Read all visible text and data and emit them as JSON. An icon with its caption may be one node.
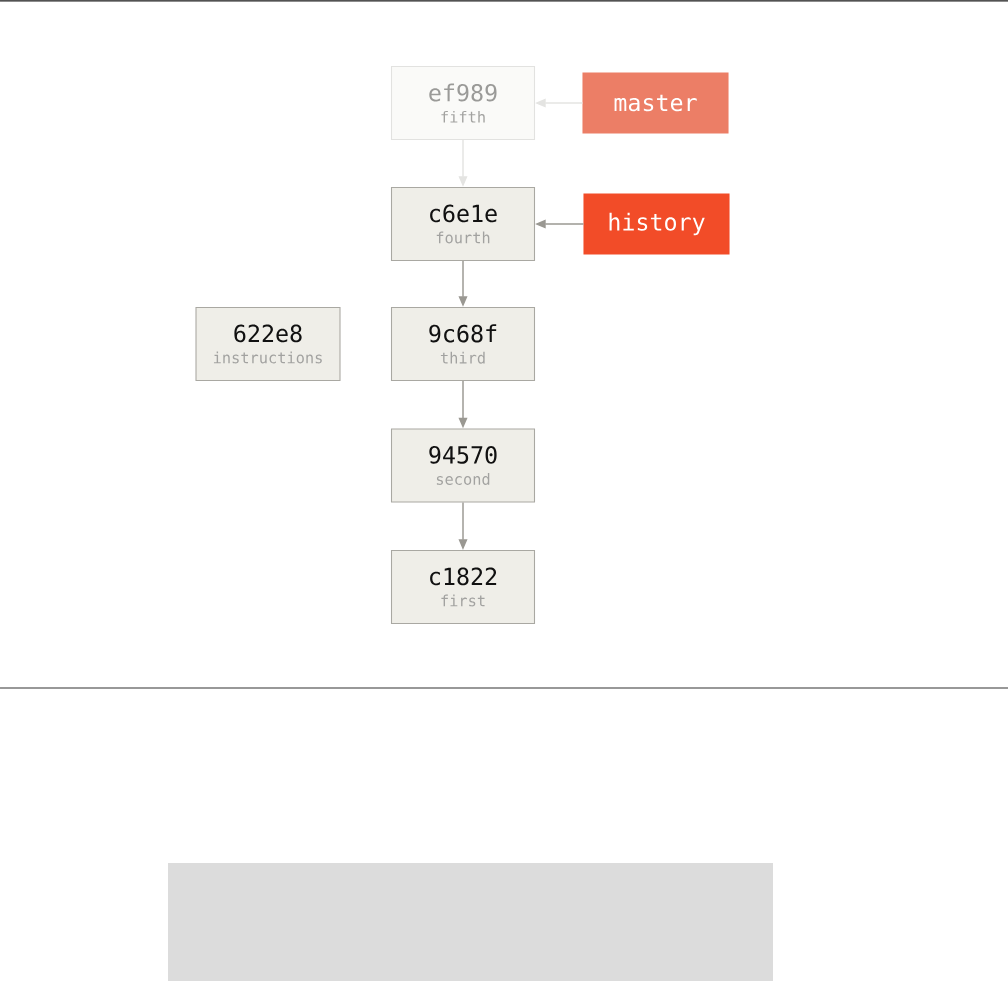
{
  "diagram": {
    "nodes": [
      {
        "text": [
          "ef989",
          "fifth"
        ]
      },
      {
        "text": [
          "master"
        ]
      },
      {
        "text": [
          "c6e1e",
          "fourth"
        ]
      },
      {
        "text": [
          "history"
        ]
      },
      {
        "text": [
          "622e8",
          "instructions"
        ]
      },
      {
        "text": [
          "9c68f",
          "third"
        ]
      },
      {
        "text": [
          "94570",
          "second"
        ]
      },
      {
        "text": [
          "c1822",
          "first"
        ]
      }
    ],
    "edges": [
      {
        "from": 1,
        "to": 0,
        "arrow": "to",
        "color": "#e4e4e2"
      },
      {
        "from": 0,
        "to": 2,
        "arrow": "to",
        "color": "#e4e4e2"
      },
      {
        "from": 3,
        "to": 2,
        "arrow": "to"
      },
      {
        "from": 2,
        "to": 5,
        "arrow": "to"
      },
      {
        "from": 5,
        "to": 6,
        "arrow": "to"
      },
      {
        "from": 6,
        "to": 7,
        "arrow": "to"
      }
    ]
  }
}
